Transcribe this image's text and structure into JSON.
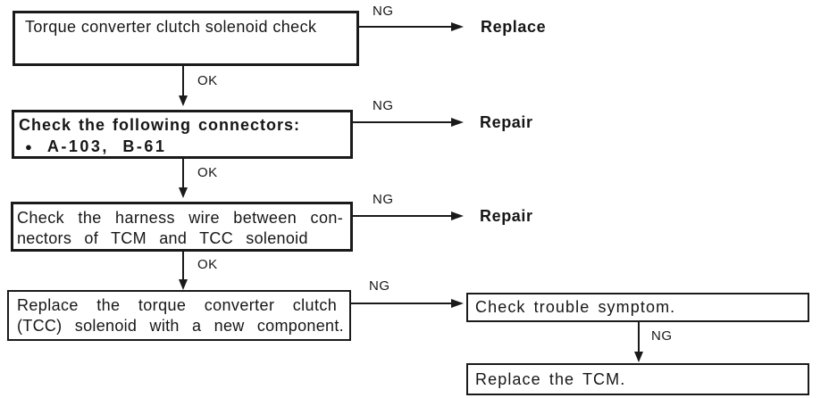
{
  "colors": {
    "ink": "#161616",
    "line": "#1a1a1a",
    "background": "#ffffff"
  },
  "flowchart": {
    "step1": {
      "text": "Torque converter clutch solenoid check",
      "ng_label": "NG",
      "result": "Replace",
      "ok_label": "OK"
    },
    "step2": {
      "title": "Check the following connectors:",
      "bullet_glyph": "●",
      "bullet_item": "A-103, B-61",
      "ng_label": "NG",
      "result": "Repair",
      "ok_label": "OK"
    },
    "step3": {
      "line1": "Check the harness wire between con-",
      "line2": "nectors of TCM and TCC solenoid",
      "ng_label": "NG",
      "result": "Repair",
      "ok_label": "OK"
    },
    "step4": {
      "line1": "Replace the torque converter clutch",
      "line2": "(TCC) solenoid with a new component.",
      "ng_label": "NG"
    },
    "step5": {
      "text": "Check trouble symptom.",
      "ng_label": "NG"
    },
    "step6": {
      "text": "Replace the TCM."
    }
  }
}
